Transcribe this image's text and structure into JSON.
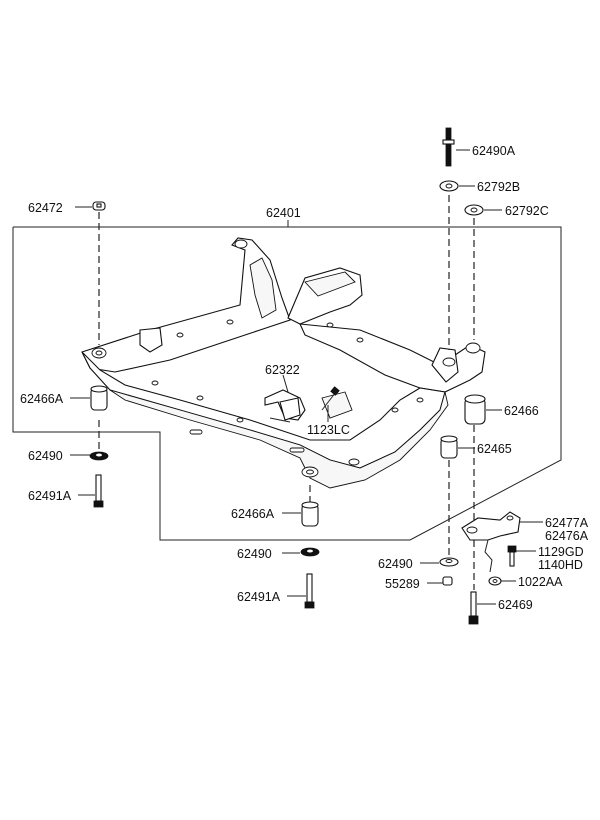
{
  "labels": {
    "p62401": "62401",
    "p62472": "62472",
    "p62490A": "62490A",
    "p62792B": "62792B",
    "p62792C": "62792C",
    "p62322": "62322",
    "p1123LC": "1123LC",
    "p62466A_left": "62466A",
    "p62466": "62466",
    "p62465": "62465",
    "p62490_left": "62490",
    "p62491A_left": "62491A",
    "p62466A_bottom": "62466A",
    "p62490_bottom": "62490",
    "p62491A_bottom": "62491A",
    "p62477A": "62477A",
    "p62476A": "62476A",
    "p1129GD": "1129GD",
    "p1140HD": "1140HD",
    "p62490_right": "62490",
    "p55289": "55289",
    "p1022AA": "1022AA",
    "p62469": "62469"
  }
}
